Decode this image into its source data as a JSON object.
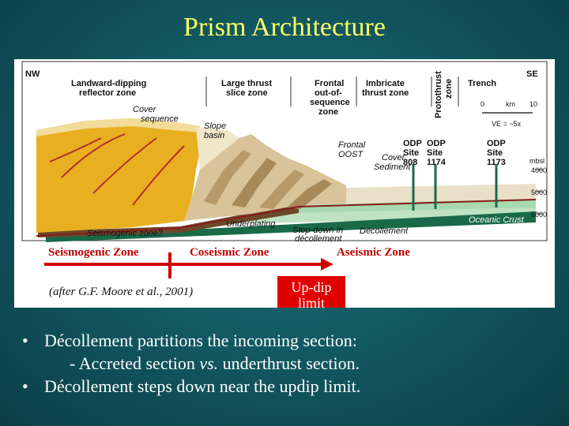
{
  "title": "Prism Architecture",
  "diagram": {
    "direction_left": "NW",
    "direction_right": "SE",
    "headers": {
      "landward_1": "Landward-dipping",
      "landward_2": "reflector zone",
      "large_thrust_1": "Large thrust",
      "large_thrust_2": "slice zone",
      "frontal_1": "Frontal",
      "frontal_2": "out-of-",
      "frontal_3": "sequence",
      "frontal_4": "zone",
      "imbricate_1": "Imbricate",
      "imbricate_2": "thrust zone",
      "protothrust_1": "Protothrust",
      "protothrust_2": "zone",
      "trench": "Trench"
    },
    "scale": {
      "zero": "0",
      "unit": "km",
      "ten": "10",
      "ve": "VE = ~5x"
    },
    "labels": {
      "cover_sequence_1": "Cover",
      "cover_sequence_2": "sequence",
      "slope_basin_1": "Slope",
      "slope_basin_2": "basin",
      "frontal_oost_1": "Frontal",
      "frontal_oost_2": "OOST",
      "cover_sediment_1": "Cover",
      "cover_sediment_2": "Sediment",
      "underplating": "Underplating",
      "step_down_1": "Step-down in",
      "step_down_2": "décollement",
      "decollement": "Décollement",
      "oceanic_crust": "Oceanic Crust",
      "seismogenic_q": "Seismogenic zone?"
    },
    "sites": [
      {
        "l1": "ODP",
        "l2": "Site",
        "l3": "808"
      },
      {
        "l1": "ODP",
        "l2": "Site",
        "l3": "1174"
      },
      {
        "l1": "ODP",
        "l2": "Site",
        "l3": "1173"
      }
    ],
    "depth": {
      "unit": "mbsl",
      "d4000": "4000",
      "d5000": "5000",
      "d6000": "6000"
    }
  },
  "zones": {
    "seismogenic": "Seismogenic Zone",
    "coseismic": "Coseismic Zone",
    "aseismic": "Aseismic Zone"
  },
  "citation": "(after G.F. Moore et al., 2001)",
  "updip": {
    "line1": "Up-dip",
    "line2": "limit"
  },
  "bullets": {
    "b1": "Décollement partitions the incoming section:",
    "b1_sub_pre": "- Accreted section ",
    "b1_sub_vs": "vs.",
    "b1_sub_post": " underthrust section.",
    "b2": "Décollement steps down near the updip limit."
  },
  "colors": {
    "accent_title": "#ffff66",
    "zone_text": "#c00000",
    "updip_box": "#e00000",
    "orange_prism": "#e8b020",
    "tan_thrust": "#d9c39a",
    "green_sediment": "#a8d8b0",
    "oceanic_crust": "#1a6a4a",
    "brown_underplating": "#6a4a2a"
  }
}
